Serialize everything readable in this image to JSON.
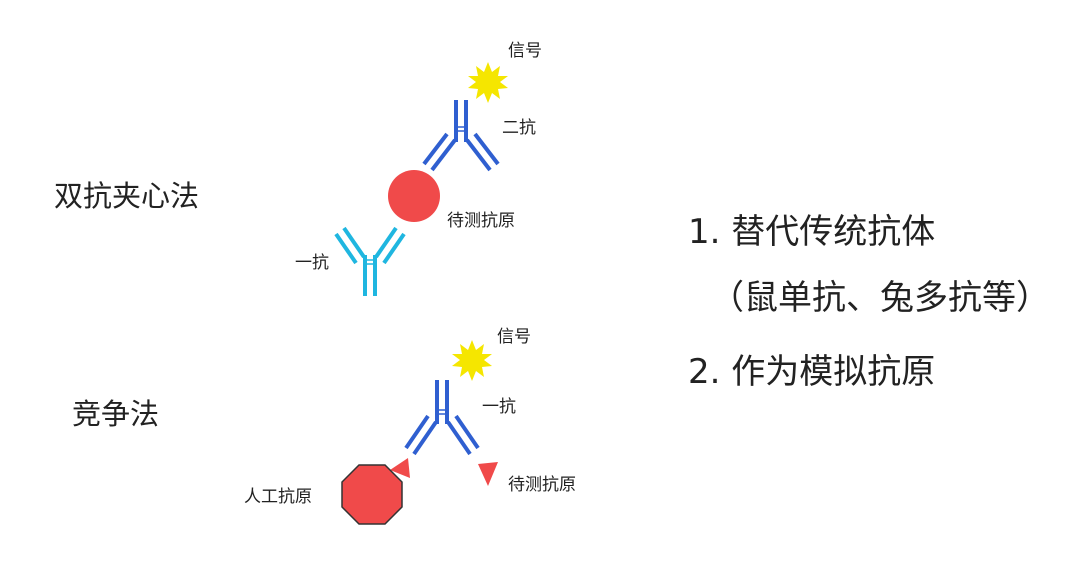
{
  "sandwich": {
    "title": "双抗夹心法",
    "signal": "信号",
    "secondary_antibody": "二抗",
    "target_antigen": "待测抗原",
    "primary_antibody": "一抗"
  },
  "competitive": {
    "title": "竞争法",
    "signal": "信号",
    "primary_antibody": "一抗",
    "artificial_antigen": "人工抗原",
    "target_antigen": "待测抗原"
  },
  "uses": {
    "item1": "1. 替代传统抗体",
    "item1_detail": "（鼠单抗、兔多抗等）",
    "item2": "2. 作为模拟抗原"
  },
  "colors": {
    "secondary_antibody": "#2f5fd0",
    "primary_antibody_sandwich": "#1fb6e0",
    "primary_antibody_competitive": "#2f5fd0",
    "antigen": "#f04a4a",
    "signal": "#f5e600"
  }
}
